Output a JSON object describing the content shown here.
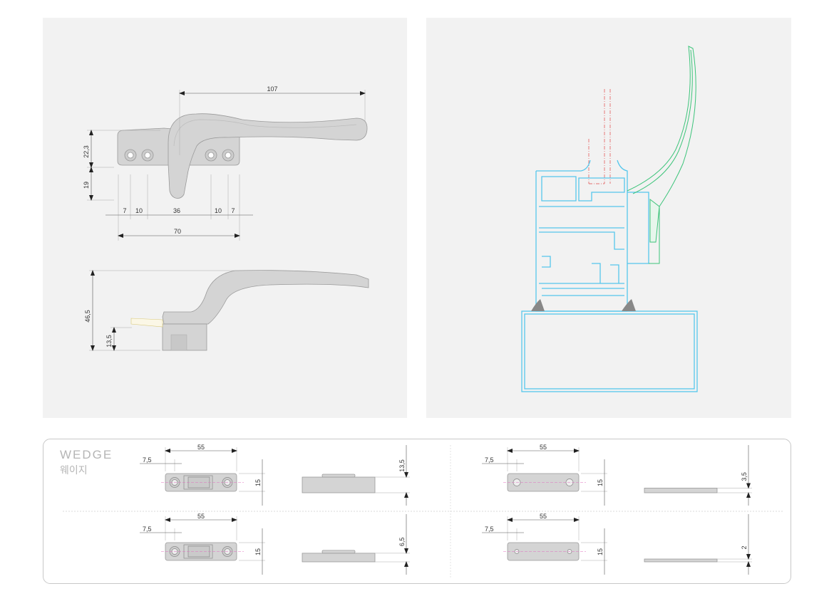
{
  "handle_top_view": {
    "dims": {
      "length": "107",
      "upper_height": "22,3",
      "lower_height": "19",
      "spacing": [
        "7",
        "10",
        "36",
        "10",
        "7"
      ],
      "total_width": "70"
    }
  },
  "handle_side_view": {
    "dims": {
      "total_height": "46,5",
      "base_height": "13,5"
    }
  },
  "section_view": {
    "colors": {
      "profile": "#55c6ec",
      "handle": "#3cc47a",
      "axis": "#e04848"
    }
  },
  "wedge": {
    "title": "WEDGE",
    "title_korean": "웨이지",
    "items": [
      {
        "length": "55",
        "offset": "7,5",
        "width": "15",
        "height": "13,5",
        "style": "window",
        "thick": 1
      },
      {
        "length": "55",
        "offset": "7,5",
        "width": "15",
        "height": "3,5",
        "style": "plain",
        "thick": 0.3
      },
      {
        "length": "55",
        "offset": "7,5",
        "width": "15",
        "height": "6,5",
        "style": "window",
        "thick": 0.55
      },
      {
        "length": "55",
        "offset": "7,5",
        "width": "15",
        "height": "2",
        "style": "flat",
        "thick": 0.18
      }
    ]
  }
}
